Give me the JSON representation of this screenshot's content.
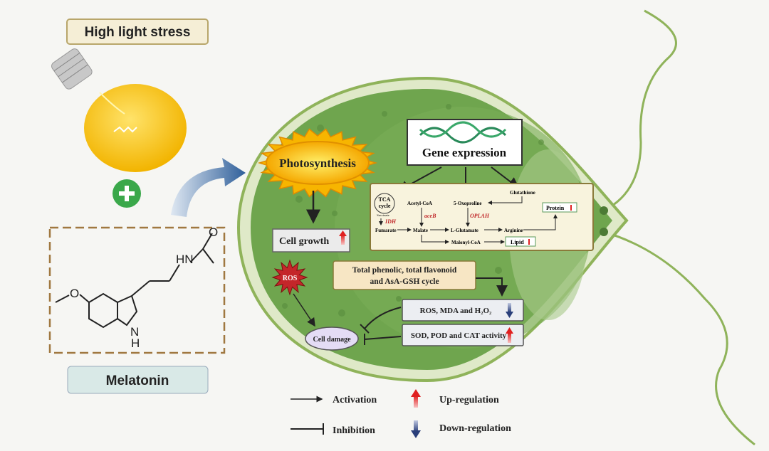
{
  "labels": {
    "stress": "High light stress",
    "melatonin": "Melatonin",
    "photosynthesis": "Photosynthesis",
    "gene_expression": "Gene expression",
    "cell_growth": "Cell growth",
    "ros": "ROS",
    "phenolic_line1": "Total phenolic,  total flavonoid",
    "phenolic_line2": "and  AsA-GSH cycle",
    "ros_mda": "ROS, MDA and H₂O₂",
    "sod": "SOD, POD and CAT activity",
    "cell_damage": "Cell damage"
  },
  "molecule": {
    "hn": "HN",
    "o_top": "O",
    "o_left": "O",
    "nh": "N",
    "h": "H"
  },
  "pathway": {
    "tca1": "TCA",
    "tca2": "cycle",
    "succinate": "Succinate",
    "idh": "IDH",
    "fumarate": "Fumarate",
    "acetyl": "Acetyl-CoA",
    "aceb": "aceB",
    "malate": "Malate",
    "oxoproline": "5-Oxoproline",
    "oplah": "OPLAH",
    "glutamate": "L-Glutamate",
    "glutathione": "Glutathione",
    "arginine": "Arginine",
    "protein": "Protein",
    "malonyl": "Malonyl-CoA",
    "lipid": "Lipid"
  },
  "legend": {
    "activation": "Activation",
    "inhibition": "Inhibition",
    "up": "Up-regulation",
    "down": "Down-regulation"
  },
  "colors": {
    "up": "#e02020",
    "down": "#2a3f7a",
    "cell": "#8fb35a",
    "cytoplasm": "#5f9a45",
    "accent_text": "#c0282a"
  }
}
